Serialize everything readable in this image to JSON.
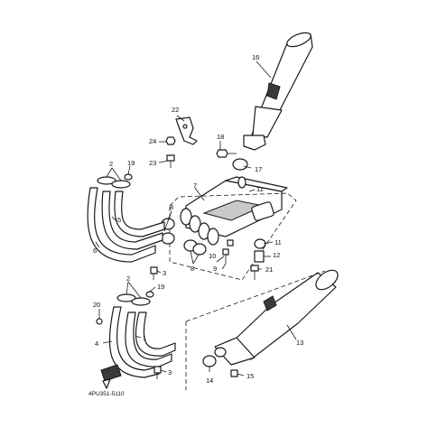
{
  "diagram_code": "4PU351-5110",
  "callouts": {
    "c1": "1",
    "c2a": "2",
    "c2b": "2",
    "c3a": "3",
    "c3b": "3",
    "c4": "4",
    "c5": "5",
    "c6": "6",
    "c7": "7",
    "c8a": "8",
    "c8b": "8",
    "c9": "9",
    "c10": "10",
    "c11a": "11",
    "c11b": "11",
    "c12": "12",
    "c13": "13",
    "c14": "14",
    "c15": "15",
    "c16": "16",
    "c17": "17",
    "c18": "18",
    "c19a": "19",
    "c19b": "19",
    "c20": "20",
    "c21": "21",
    "c22": "22",
    "c23": "23",
    "c24": "24"
  }
}
